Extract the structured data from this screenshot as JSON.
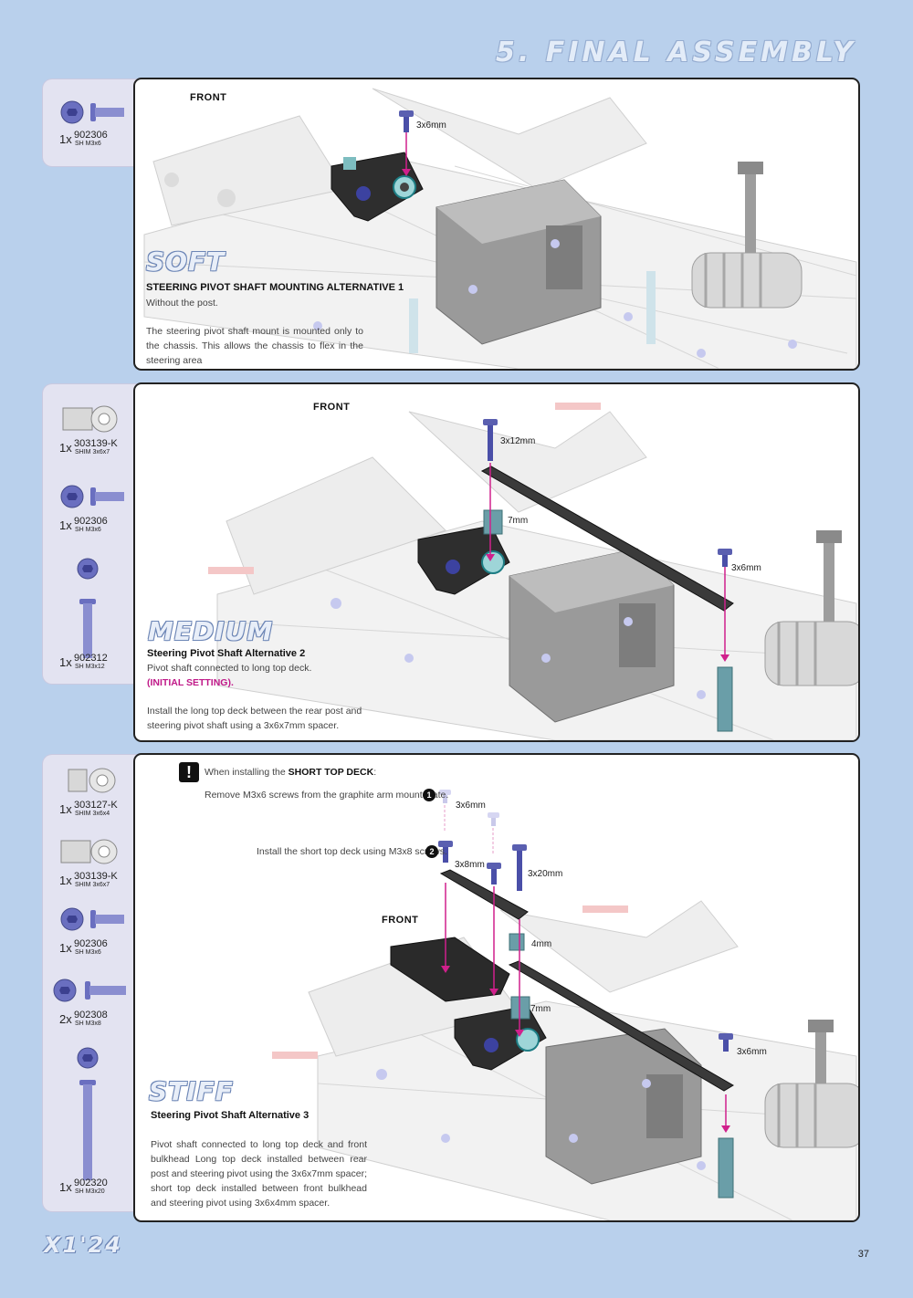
{
  "header": {
    "title": "5. FINAL ASSEMBLY"
  },
  "sections": [
    {
      "label": "SOFT",
      "front": "FRONT",
      "heading": "STEERING PIVOT SHAFT MOUNTING ALTERNATIVE 1",
      "subtitle": "Without the post.",
      "body": "The steering pivot shaft mount is mounted only to the chassis. This allows the chassis to flex  in the steering area",
      "callouts": [
        "3x6mm"
      ],
      "parts": [
        {
          "qty": "1x",
          "code": "902306",
          "desc": "SH M3x6",
          "icon": "screw-icon"
        }
      ]
    },
    {
      "label": "MEDIUM",
      "front": "FRONT",
      "heading": "Steering Pivot Shaft Alternative 2",
      "subtitle": "Pivot shaft connected to long top deck.",
      "highlight": "(INITIAL SETTING).",
      "body": "Install the long top deck between the rear post and steering pivot shaft using a 3x6x7mm spacer.",
      "callouts": [
        "3x12mm",
        "7mm",
        "3x6mm"
      ],
      "parts": [
        {
          "qty": "1x",
          "code": "303139-K",
          "desc": "SHIM 3x6x7",
          "icon": "shim-icon"
        },
        {
          "qty": "1x",
          "code": "902306",
          "desc": "SH M3x6",
          "icon": "screw-icon"
        },
        {
          "qty": "1x",
          "code": "902312",
          "desc": "SH M3x12",
          "icon": "long-screw-icon"
        }
      ]
    },
    {
      "label": "STIFF",
      "front": "FRONT",
      "heading": "Steering Pivot Shaft Alternative 3",
      "body": "Pivot shaft connected to long top deck and front bulkhead Long top deck installed between rear post and steering pivot using the 3x6x7mm spacer; short top deck installed between front bulkhead and steering pivot using 3x6x4mm spacer.",
      "warning_prefix": "When installing the ",
      "warning_bold": "SHORT TOP DECK",
      "warning_suffix": ":",
      "step1": "Remove M3x6 screws from the graphite arm mount plate.",
      "step2": "Install the short top deck using M3x8 screws.",
      "step1_num": "1",
      "step2_num": "2",
      "callouts": [
        "3x6mm",
        "3x8mm",
        "3x20mm",
        "4mm",
        "7mm",
        "3x6mm"
      ],
      "parts": [
        {
          "qty": "1x",
          "code": "303127-K",
          "desc": "SHIM 3x6x4",
          "icon": "shim-icon"
        },
        {
          "qty": "1x",
          "code": "303139-K",
          "desc": "SHIM 3x6x7",
          "icon": "shim-icon"
        },
        {
          "qty": "1x",
          "code": "902306",
          "desc": "SH M3x6",
          "icon": "screw-icon"
        },
        {
          "qty": "2x",
          "code": "902308",
          "desc": "SH M3x8",
          "icon": "screw-icon"
        },
        {
          "qty": "1x",
          "code": "902320",
          "desc": "SH M3x20",
          "icon": "long-screw-icon"
        }
      ]
    }
  ],
  "footer": {
    "logo": "X1'24",
    "page": "37"
  },
  "colors": {
    "background": "#b9d0ec",
    "panel_border": "#222222",
    "highlight": "#c01888",
    "arrow": "#d0208c",
    "screw": "#5a5fb0"
  }
}
